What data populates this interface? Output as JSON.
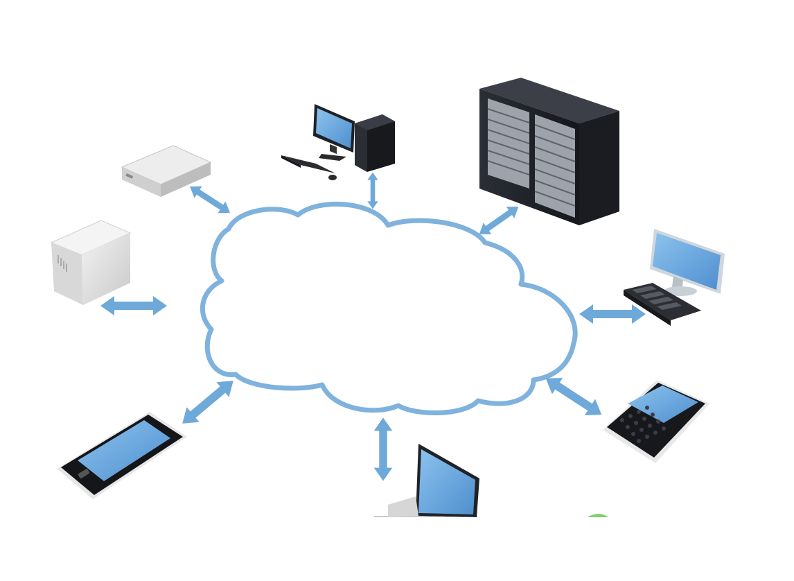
{
  "diagram": {
    "center": {
      "icon": "cloud-icon"
    },
    "connections": [
      {
        "device": "set-top-box",
        "icon": "set-top-box-icon",
        "link": "bidirectional"
      },
      {
        "device": "desktop-computer",
        "icon": "desktop-computer-icon",
        "link": "bidirectional"
      },
      {
        "device": "server-rack",
        "icon": "server-rack-icon",
        "link": "bidirectional"
      },
      {
        "device": "small-server",
        "icon": "small-server-icon",
        "link": "bidirectional"
      },
      {
        "device": "monitor-keyboard-workstation",
        "icon": "monitor-keyboard-icon",
        "link": "bidirectional"
      },
      {
        "device": "touchscreen-smartphone",
        "icon": "smartphone-icon",
        "link": "bidirectional"
      },
      {
        "device": "laptop",
        "icon": "laptop-icon",
        "link": "bidirectional"
      },
      {
        "device": "keyboard-smartphone",
        "icon": "keyboard-phone-icon",
        "link": "bidirectional"
      }
    ],
    "colors": {
      "cloud_outline": "#7fb2dc",
      "arrow": "#6ea9d9",
      "screen": "#6aa9e0",
      "dark_device": "#23252b",
      "light_device": "#e4e4e4",
      "background": "#ffffff"
    }
  }
}
